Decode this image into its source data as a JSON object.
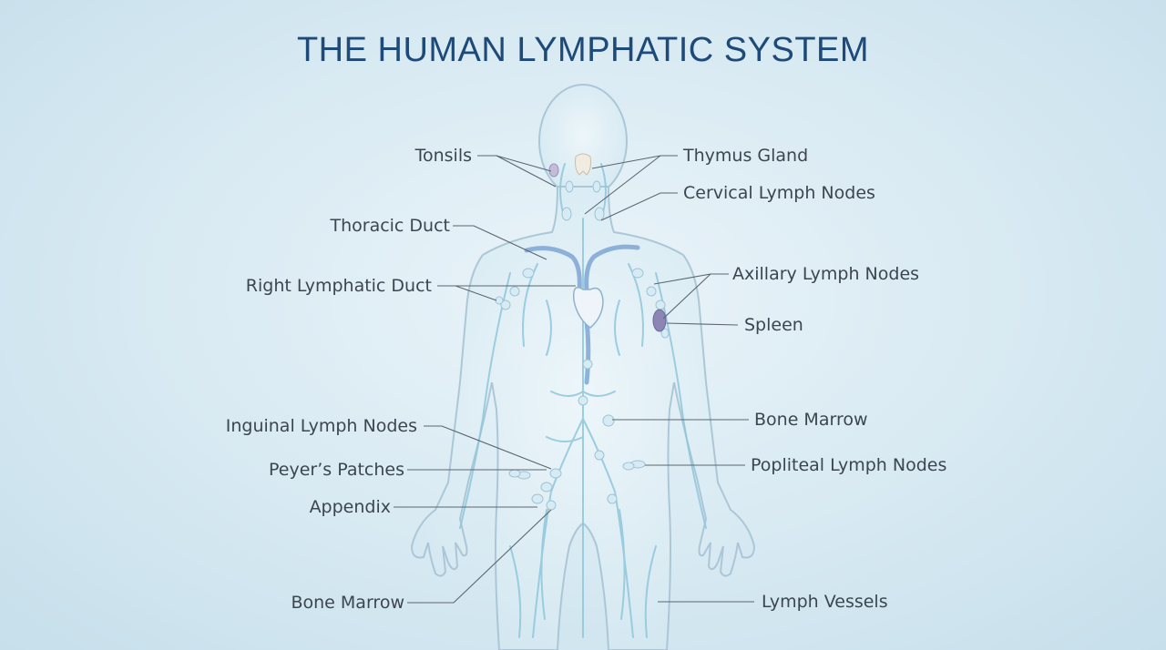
{
  "title": "THE HUMAN LYMPHATIC SYSTEM",
  "labels": {
    "tonsils": "Tonsils",
    "thoracic_duct": "Thoracic Duct",
    "right_lymphatic_duct": "Right Lymphatic Duct",
    "inguinal_lymph_nodes": "Inguinal Lymph Nodes",
    "peyers_patches": "Peyer’s Patches",
    "appendix": "Appendix",
    "bone_marrow_left": "Bone Marrow",
    "thymus_gland": "Thymus Gland",
    "cervical_lymph_nodes": "Cervical Lymph Nodes",
    "axillary_lymph_nodes": "Axillary Lymph Nodes",
    "spleen": "Spleen",
    "bone_marrow_right": "Bone Marrow",
    "popliteal_lymph_nodes": "Popliteal Lymph Nodes",
    "lymph_vessels": "Lymph Vessels"
  },
  "colors": {
    "title": "#1d4a78",
    "label_text": "#3b4650",
    "leader_line": "#5a6670",
    "body_outline": "#a9c6d6",
    "body_fill": "#e3f0f6",
    "vessel": "#8ec7dc",
    "duct": "#7fa6d4",
    "node": "#d6ebf4",
    "spleen": "#8c86b4",
    "thymus": "#f1ece1"
  }
}
